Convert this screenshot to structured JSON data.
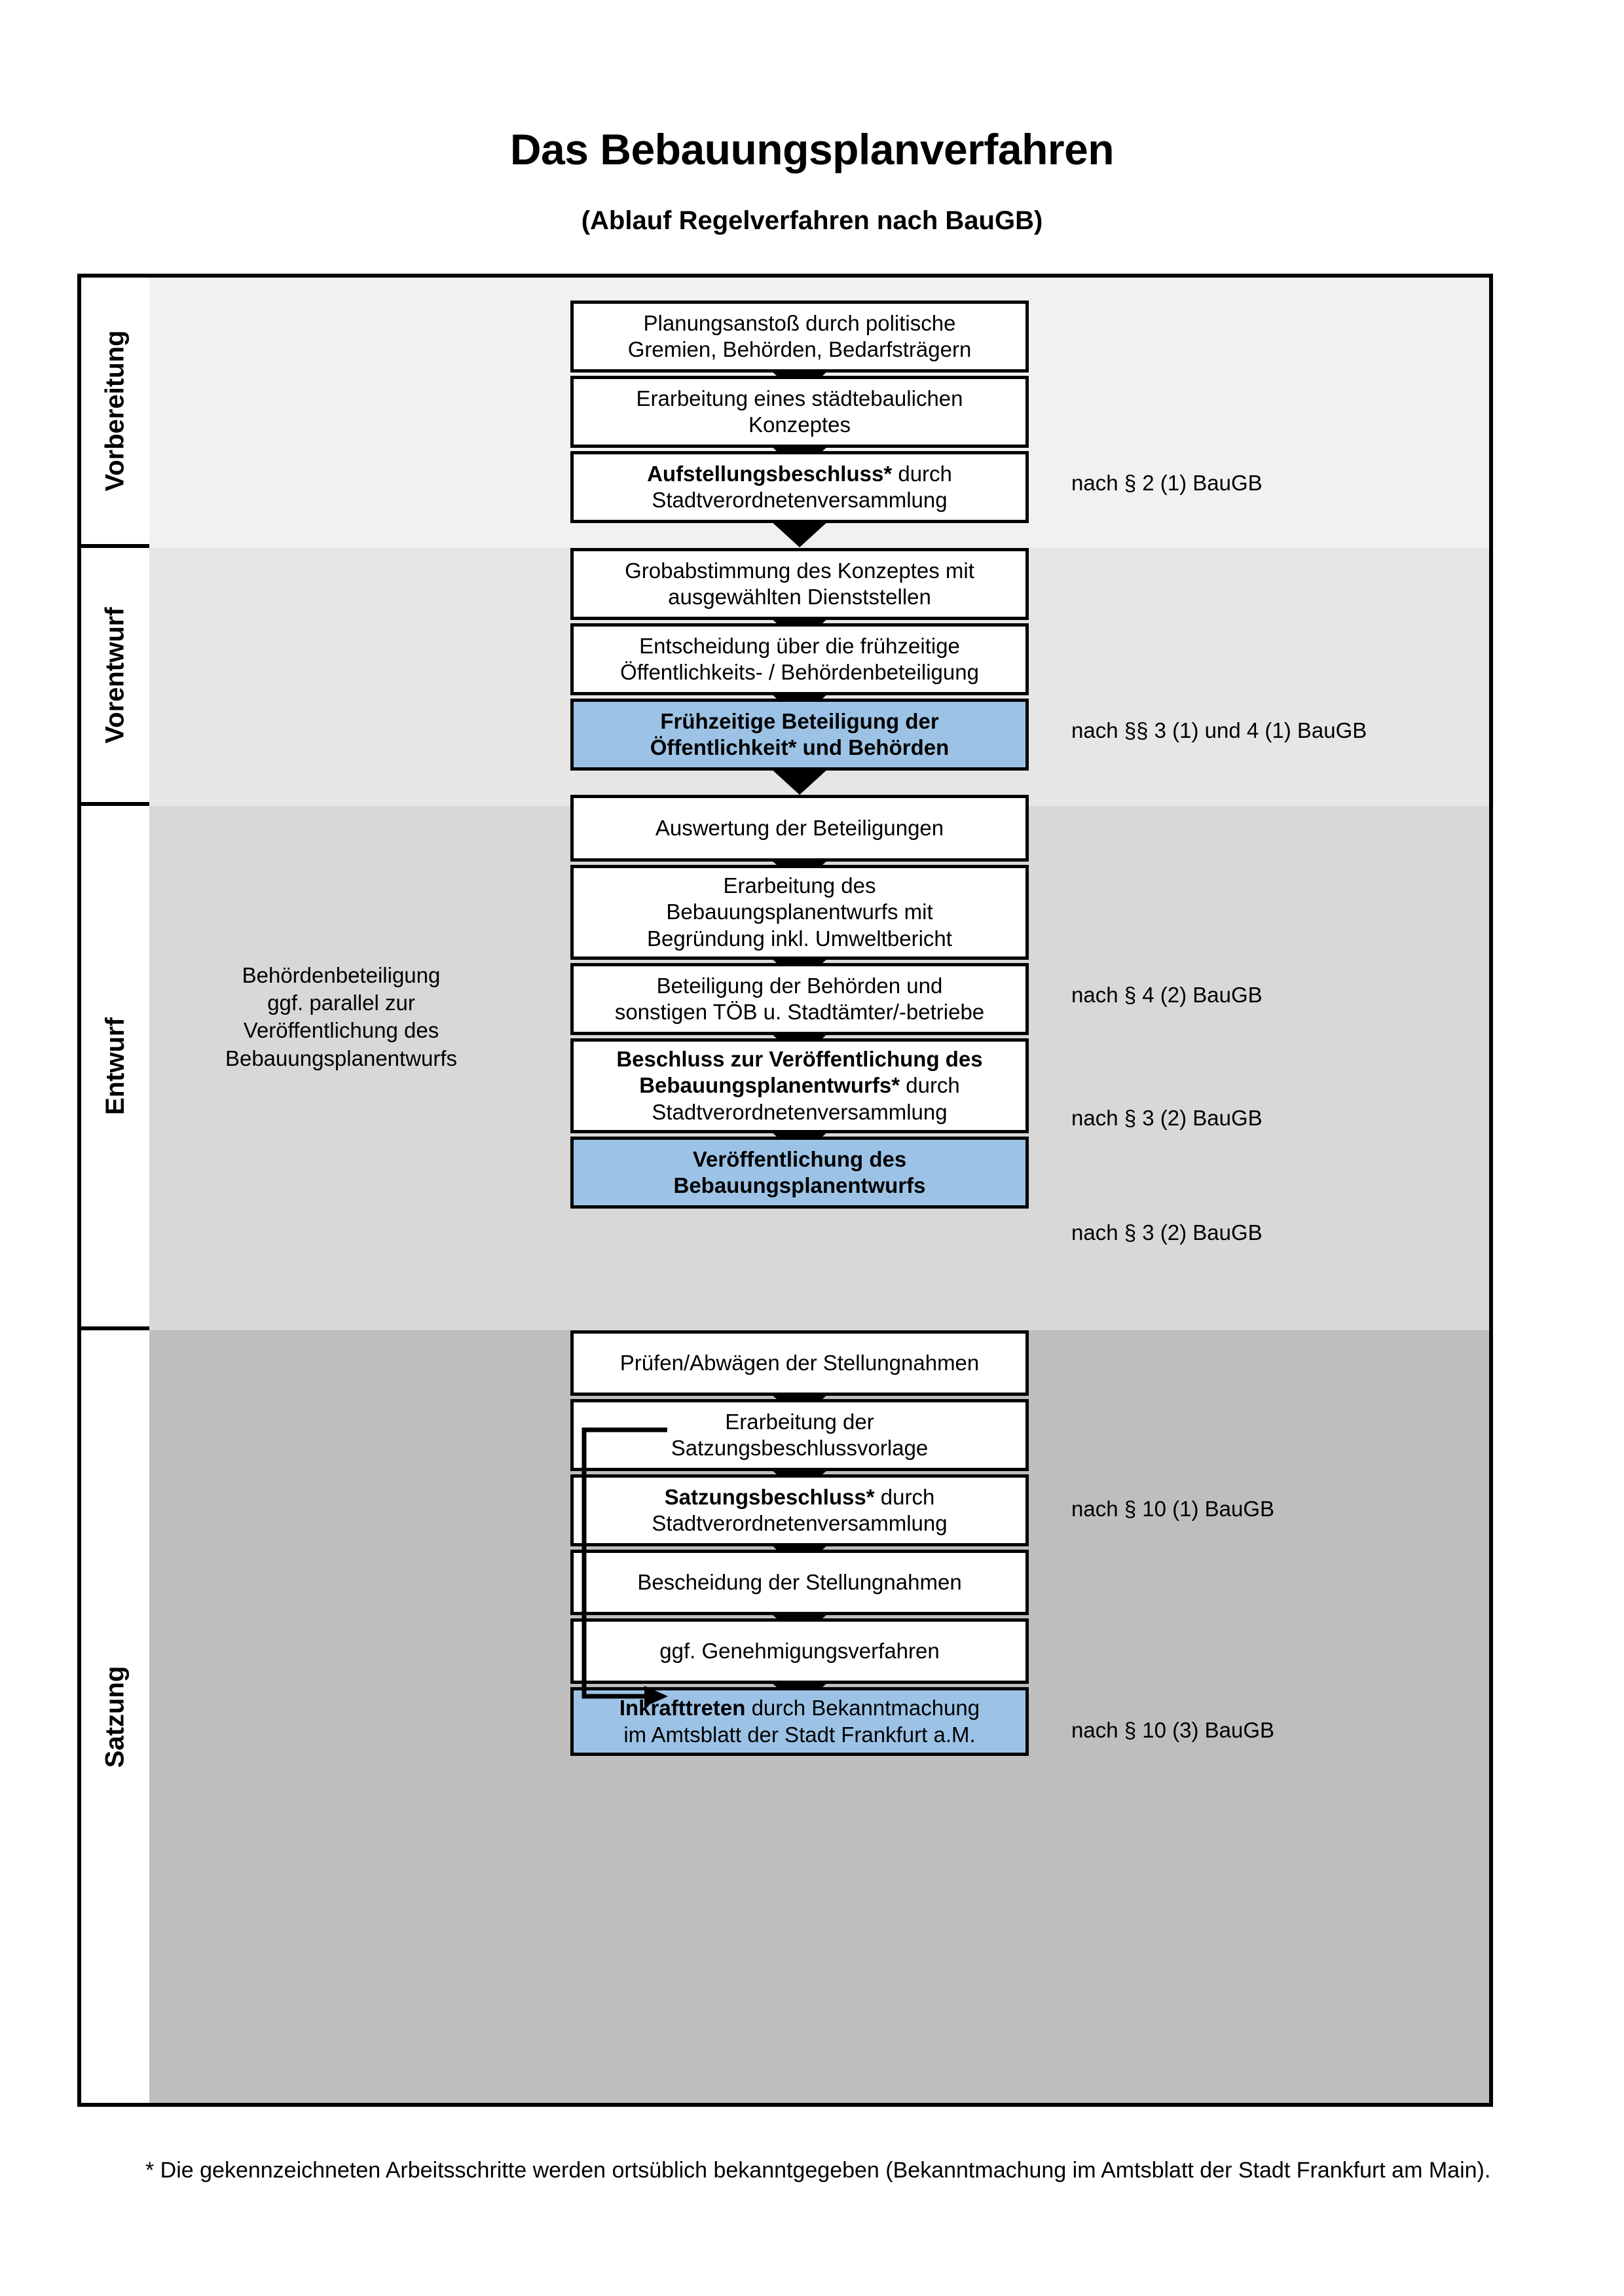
{
  "header": {
    "title": "Das Bebauungsplanverfahren",
    "subtitle": "(Ablauf Regelverfahren nach BauGB)"
  },
  "colors": {
    "highlight_blue": "#9CC3E6",
    "band_vorbereitung": "#F1F1F1",
    "band_vorentwurf": "#E6E6E6",
    "band_entwurf": "#D8D8D8",
    "band_satzung": "#BEBEBE",
    "border": "#000000"
  },
  "phases": [
    {
      "label": "Vorbereitung"
    },
    {
      "label": "Vorentwurf"
    },
    {
      "label": "Entwurf"
    },
    {
      "label": "Satzung"
    }
  ],
  "steps": [
    {
      "id": "planungsanstoss",
      "lines": [
        "Planungsanstoß durch politische",
        "Gremien, Behörden, Bedarfsträgern"
      ],
      "bold_prefix": "",
      "highlight": false
    },
    {
      "id": "staedtebauliches-konzept",
      "lines": [
        "Erarbeitung eines städtebaulichen",
        "Konzeptes"
      ],
      "bold_prefix": "",
      "highlight": false
    },
    {
      "id": "aufstellungsbeschluss",
      "lines": [
        "durch",
        "Stadtverordnetenversammlung"
      ],
      "bold_prefix": "Aufstellungsbeschluss*",
      "highlight": false
    },
    {
      "id": "grobabstimmung",
      "lines": [
        "Grobabstimmung des Konzeptes mit",
        "ausgewählten Dienststellen"
      ],
      "bold_prefix": "",
      "highlight": false
    },
    {
      "id": "entscheidung-fruehzeitige",
      "lines": [
        "Entscheidung über die frühzeitige",
        "Öffentlichkeits- / Behördenbeteiligung"
      ],
      "bold_prefix": "",
      "highlight": false
    },
    {
      "id": "fruehzeitige-beteiligung",
      "lines": [
        "Frühzeitige Beteiligung der",
        "Öffentlichkeit* und Behörden"
      ],
      "bold_prefix": "",
      "highlight": true
    },
    {
      "id": "auswertung-beteiligungen",
      "lines": [
        "Auswertung der Beteiligungen"
      ],
      "bold_prefix": "",
      "highlight": false
    },
    {
      "id": "erarbeitung-bplanentwurf",
      "lines": [
        "Erarbeitung des",
        "Bebauungsplanentwurfs mit",
        "Begründung inkl. Umweltbericht"
      ],
      "bold_prefix": "",
      "highlight": false
    },
    {
      "id": "beteiligung-behoerden-toeb",
      "lines": [
        "Beteiligung der Behörden und",
        "sonstigen TÖB u. Stadtämter/-betriebe"
      ],
      "bold_prefix": "",
      "highlight": false
    },
    {
      "id": "beschluss-veroeffentlichung",
      "lines": [
        "durch",
        "Stadtverordnetenversammlung"
      ],
      "bold_prefix": "Beschluss zur Veröffentlichung des Bebauungsplanentwurfs*",
      "highlight": false
    },
    {
      "id": "veroeffentlichung-bplanentwurf",
      "lines": [
        "Veröffentlichung des",
        "Bebauungsplanentwurfs"
      ],
      "bold_prefix": "",
      "highlight": true
    },
    {
      "id": "pruefen-abwaegen",
      "lines": [
        "Prüfen/Abwägen der Stellungnahmen"
      ],
      "bold_prefix": "",
      "highlight": false
    },
    {
      "id": "satzungsbeschlussvorlage",
      "lines": [
        "Erarbeitung der",
        "Satzungsbeschlussvorlage"
      ],
      "bold_prefix": "",
      "highlight": false
    },
    {
      "id": "satzungsbeschluss",
      "lines": [
        "durch",
        "Stadtverordnetenversammlung"
      ],
      "bold_prefix": "Satzungsbeschluss*",
      "highlight": false
    },
    {
      "id": "bescheidung-stellungnahmen",
      "lines": [
        "Bescheidung der Stellungnahmen"
      ],
      "bold_prefix": "",
      "highlight": false
    },
    {
      "id": "genehmigungsverfahren",
      "lines": [
        "ggf. Genehmigungsverfahren"
      ],
      "bold_prefix": "",
      "highlight": false
    },
    {
      "id": "inkrafttreten",
      "lines": [
        "durch Bekanntmachung",
        "im Amtsblatt der Stadt Frankfurt a.M."
      ],
      "bold_prefix": "Inkrafttreten",
      "highlight": true
    }
  ],
  "legal_refs": [
    {
      "id": "ref-par2-1",
      "text": "nach § 2 (1) BauGB"
    },
    {
      "id": "ref-par3-1-par4-1",
      "text": "nach §§ 3 (1) und 4 (1) BauGB"
    },
    {
      "id": "ref-par4-2",
      "text": "nach § 4 (2) BauGB"
    },
    {
      "id": "ref-par3-2-a",
      "text": "nach § 3 (2) BauGB"
    },
    {
      "id": "ref-par3-2-b",
      "text": "nach § 3 (2) BauGB"
    },
    {
      "id": "ref-par10-1",
      "text": "nach § 10 (1) BauGB"
    },
    {
      "id": "ref-par10-3",
      "text": "nach § 10 (3) BauGB"
    }
  ],
  "side_note": {
    "lines": [
      "Behördenbeteiligung",
      "ggf. parallel zur",
      "Veröffentlichung des",
      "Bebauungsplanentwurfs"
    ]
  },
  "footnote": {
    "text": "* Die gekennzeichneten Arbeitsschritte werden ortsüblich bekanntgegeben (Bekanntmachung im Amtsblatt  der Stadt Frankfurt am Main)."
  }
}
